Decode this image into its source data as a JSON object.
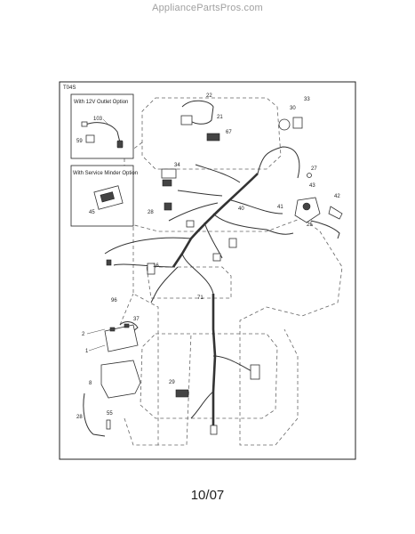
{
  "header": {
    "site": "AppliancePartsPros.com"
  },
  "diagram": {
    "code": "T04S",
    "boxes": [
      {
        "title": "With 12V Outlet Option",
        "labels": [
          "103",
          "59"
        ]
      },
      {
        "title": "With Service Minder Option",
        "labels": [
          "45"
        ]
      }
    ],
    "labels": [
      "22",
      "21",
      "67",
      "33",
      "30",
      "34",
      "28",
      "40",
      "27",
      "43",
      "41",
      "42",
      "25",
      "16",
      "71",
      "96",
      "2",
      "37",
      "1",
      "8",
      "28",
      "29",
      "55"
    ]
  },
  "footer": {
    "date": "10/07"
  }
}
